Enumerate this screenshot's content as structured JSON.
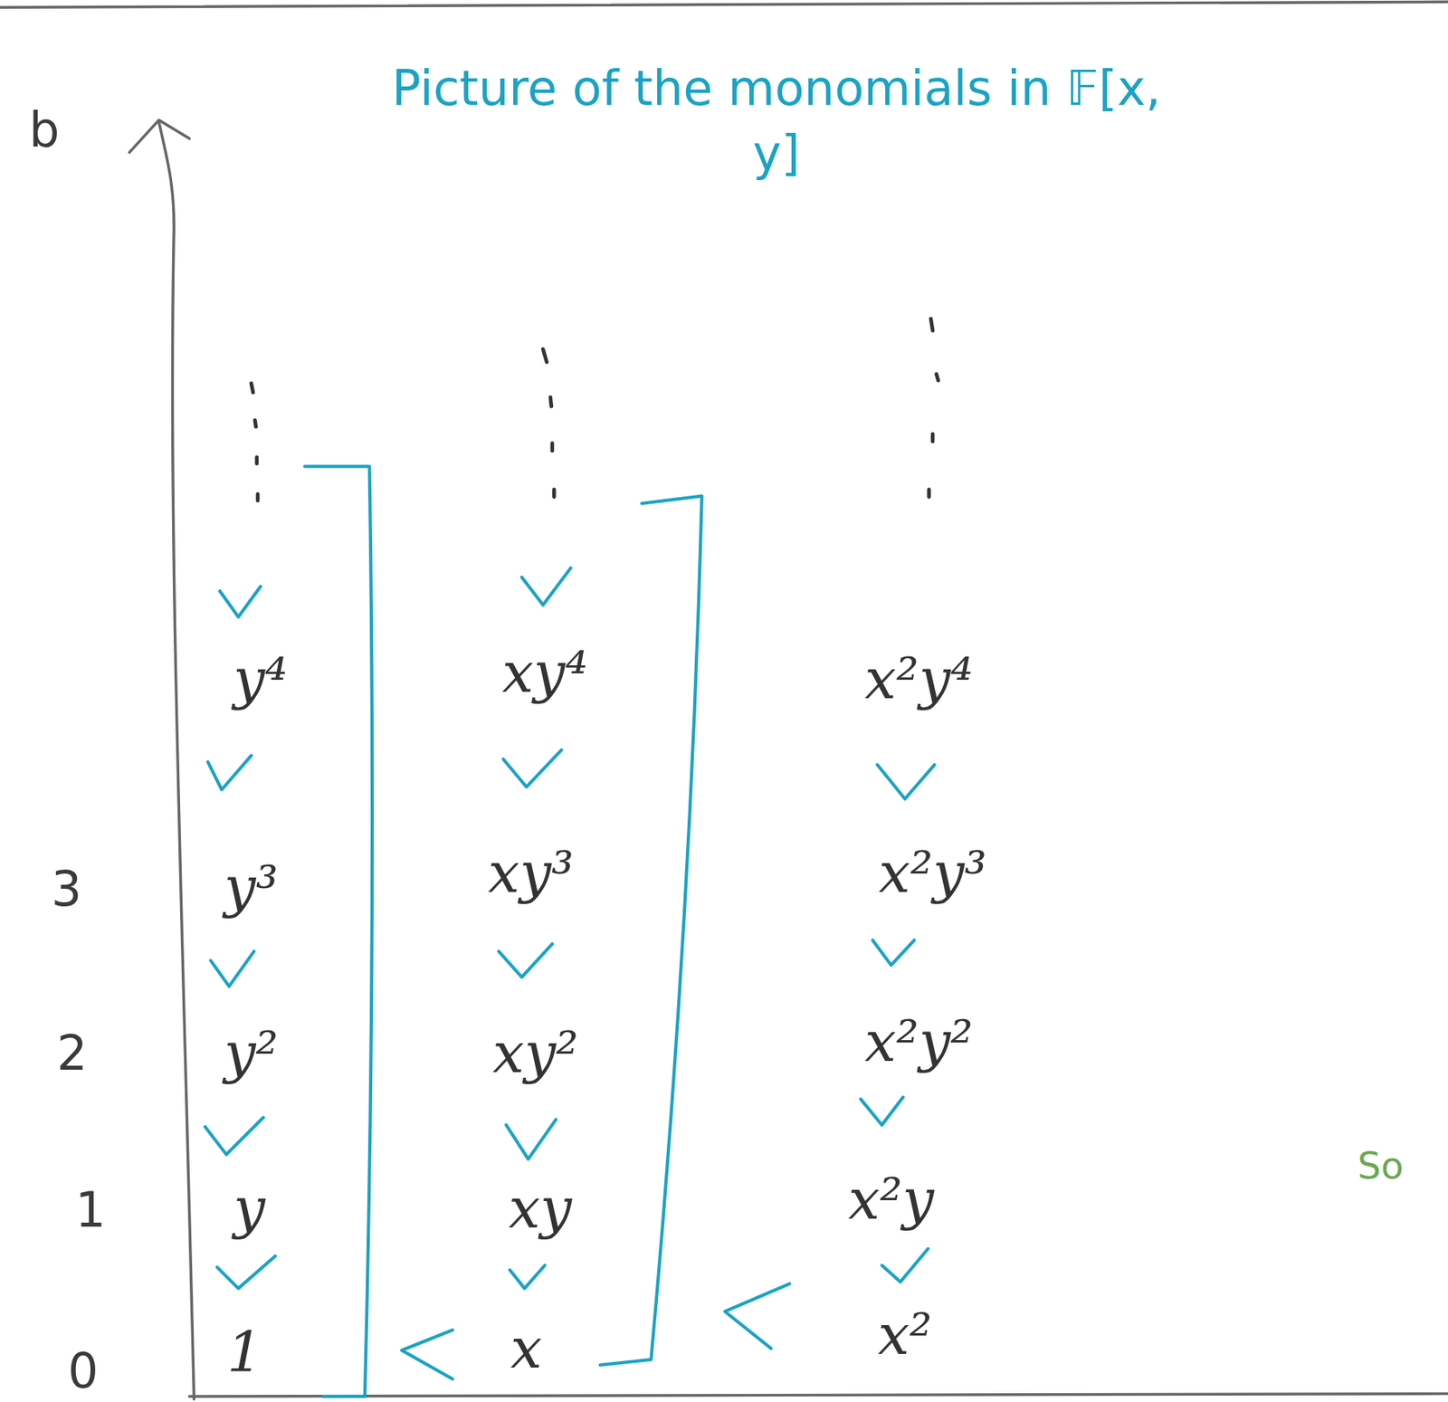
{
  "diagram": {
    "title": "Picture of the monomials in 𝔽[x, y]",
    "labels": [
      "b",
      "3",
      "2",
      "1",
      "0",
      "1",
      "y",
      "y²",
      "y³",
      "y⁴",
      "x",
      "xy",
      "xy²",
      "xy³",
      "xy⁴",
      "x²",
      "x²y",
      "x²y²",
      "x²y³",
      "x²y⁴",
      "So"
    ]
  }
}
